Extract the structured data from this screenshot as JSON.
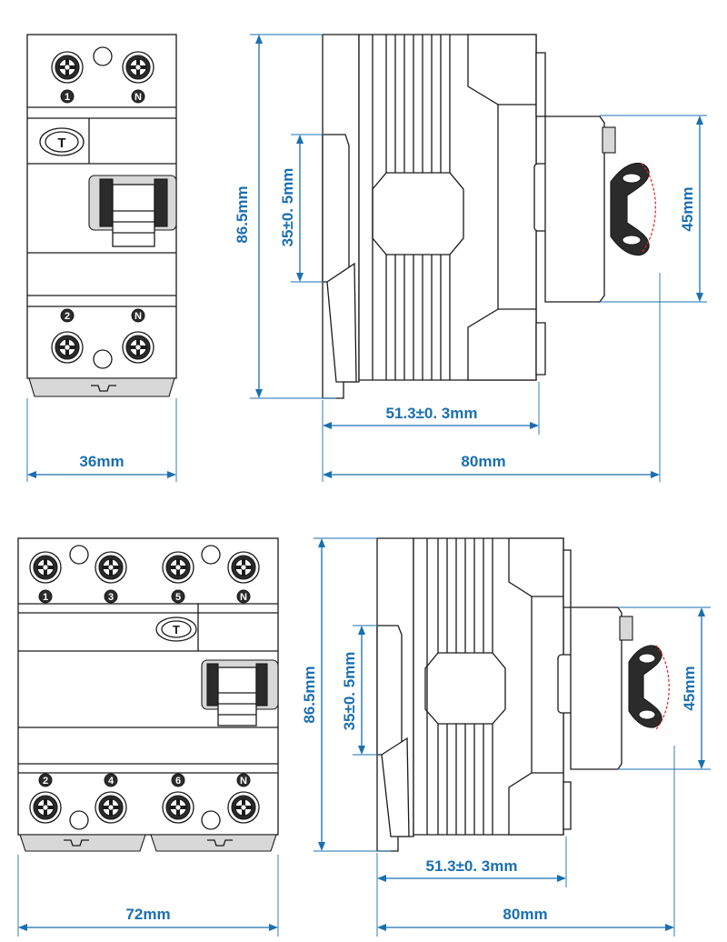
{
  "single_pole": {
    "terminals_top": [
      "1",
      "N"
    ],
    "terminals_bottom": [
      "2",
      "N"
    ],
    "test_button": "T",
    "width_label": "36mm",
    "height_label": "86.5mm",
    "rail_label": "35±0. 5mm",
    "depth_label": "51.3±0. 3mm",
    "total_depth_label": "80mm",
    "handle_label": "45mm"
  },
  "four_pole": {
    "terminals_top": [
      "1",
      "3",
      "5",
      "N"
    ],
    "terminals_bottom": [
      "2",
      "4",
      "6",
      "N"
    ],
    "test_button": "T",
    "width_label": "72mm",
    "height_label": "86.5mm",
    "rail_label": "35±0. 5mm",
    "depth_label": "51.3±0. 3mm",
    "total_depth_label": "80mm",
    "handle_label": "45mm"
  },
  "colors": {
    "dimension": "#1a6fb0",
    "outline": "#1a1a1a",
    "highlight": "#e0202a"
  }
}
